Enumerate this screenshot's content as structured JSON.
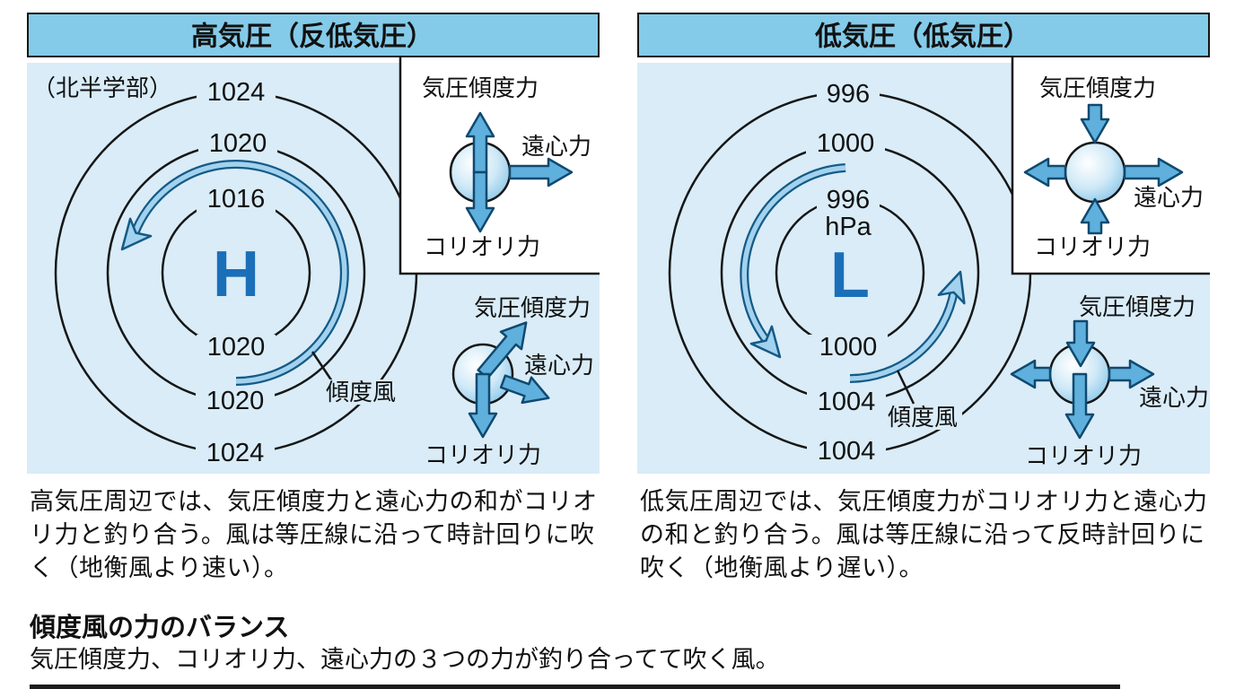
{
  "left_panel": {
    "title": "高気圧（反低気圧）",
    "note": "（北半学部）",
    "center_symbol": "H",
    "isobar_top_outer": "1024",
    "isobar_top_mid": "1020",
    "isobar_top_inner": "1016",
    "isobar_bottom_inner": "1020",
    "isobar_bottom_mid": "1020",
    "isobar_bottom_outer": "1024",
    "gradient_wind_label": "傾度風",
    "box_forces": {
      "pgf": "気圧傾度力",
      "centrifugal": "遠心力",
      "coriolis": "コリオリ力"
    },
    "free_forces": {
      "pgf": "気圧傾度力",
      "centrifugal": "遠心力",
      "coriolis": "コリオリ力"
    },
    "caption": "高気圧周辺では、気圧傾度力と遠心力の和がコリオリ力と釣り合う。風は等圧線に沿って時計回りに吹く（地衡風より速い）。"
  },
  "right_panel": {
    "title": "低気圧（低気圧）",
    "center_symbol": "L",
    "isobar_top_outer": "996",
    "isobar_top_mid": "1000",
    "isobar_top_inner": "996",
    "unit": "hPa",
    "isobar_bottom_inner": "1000",
    "isobar_bottom_mid": "1004",
    "isobar_bottom_outer": "1004",
    "gradient_wind_label": "傾度風",
    "box_forces": {
      "pgf": "気圧傾度力",
      "centrifugal": "遠心力",
      "coriolis": "コリオリ力"
    },
    "free_forces": {
      "pgf": "気圧傾度力",
      "centrifugal": "遠心力",
      "coriolis": "コリオリ力"
    },
    "caption": "低気圧周辺では、気圧傾度力がコリオリ力と遠心力の和と釣り合う。風は等圧線に沿って反時計回りに吹く（地衡風より遅い）。"
  },
  "footer": {
    "heading": "傾度風の力のバランス",
    "body": "気圧傾度力、コリオリ力、遠心力の３つの力が釣り合ってて吹く風。"
  },
  "colors": {
    "panel_bg": "#d9ecf8",
    "header_bg": "#84cbe9",
    "symbol_blue": "#1a6fb8",
    "arrow_fill": "#5fb0dd",
    "arrow_outline": "#10496f",
    "wind_light": "#a2d2ee",
    "wind_dark": "#155a86"
  }
}
